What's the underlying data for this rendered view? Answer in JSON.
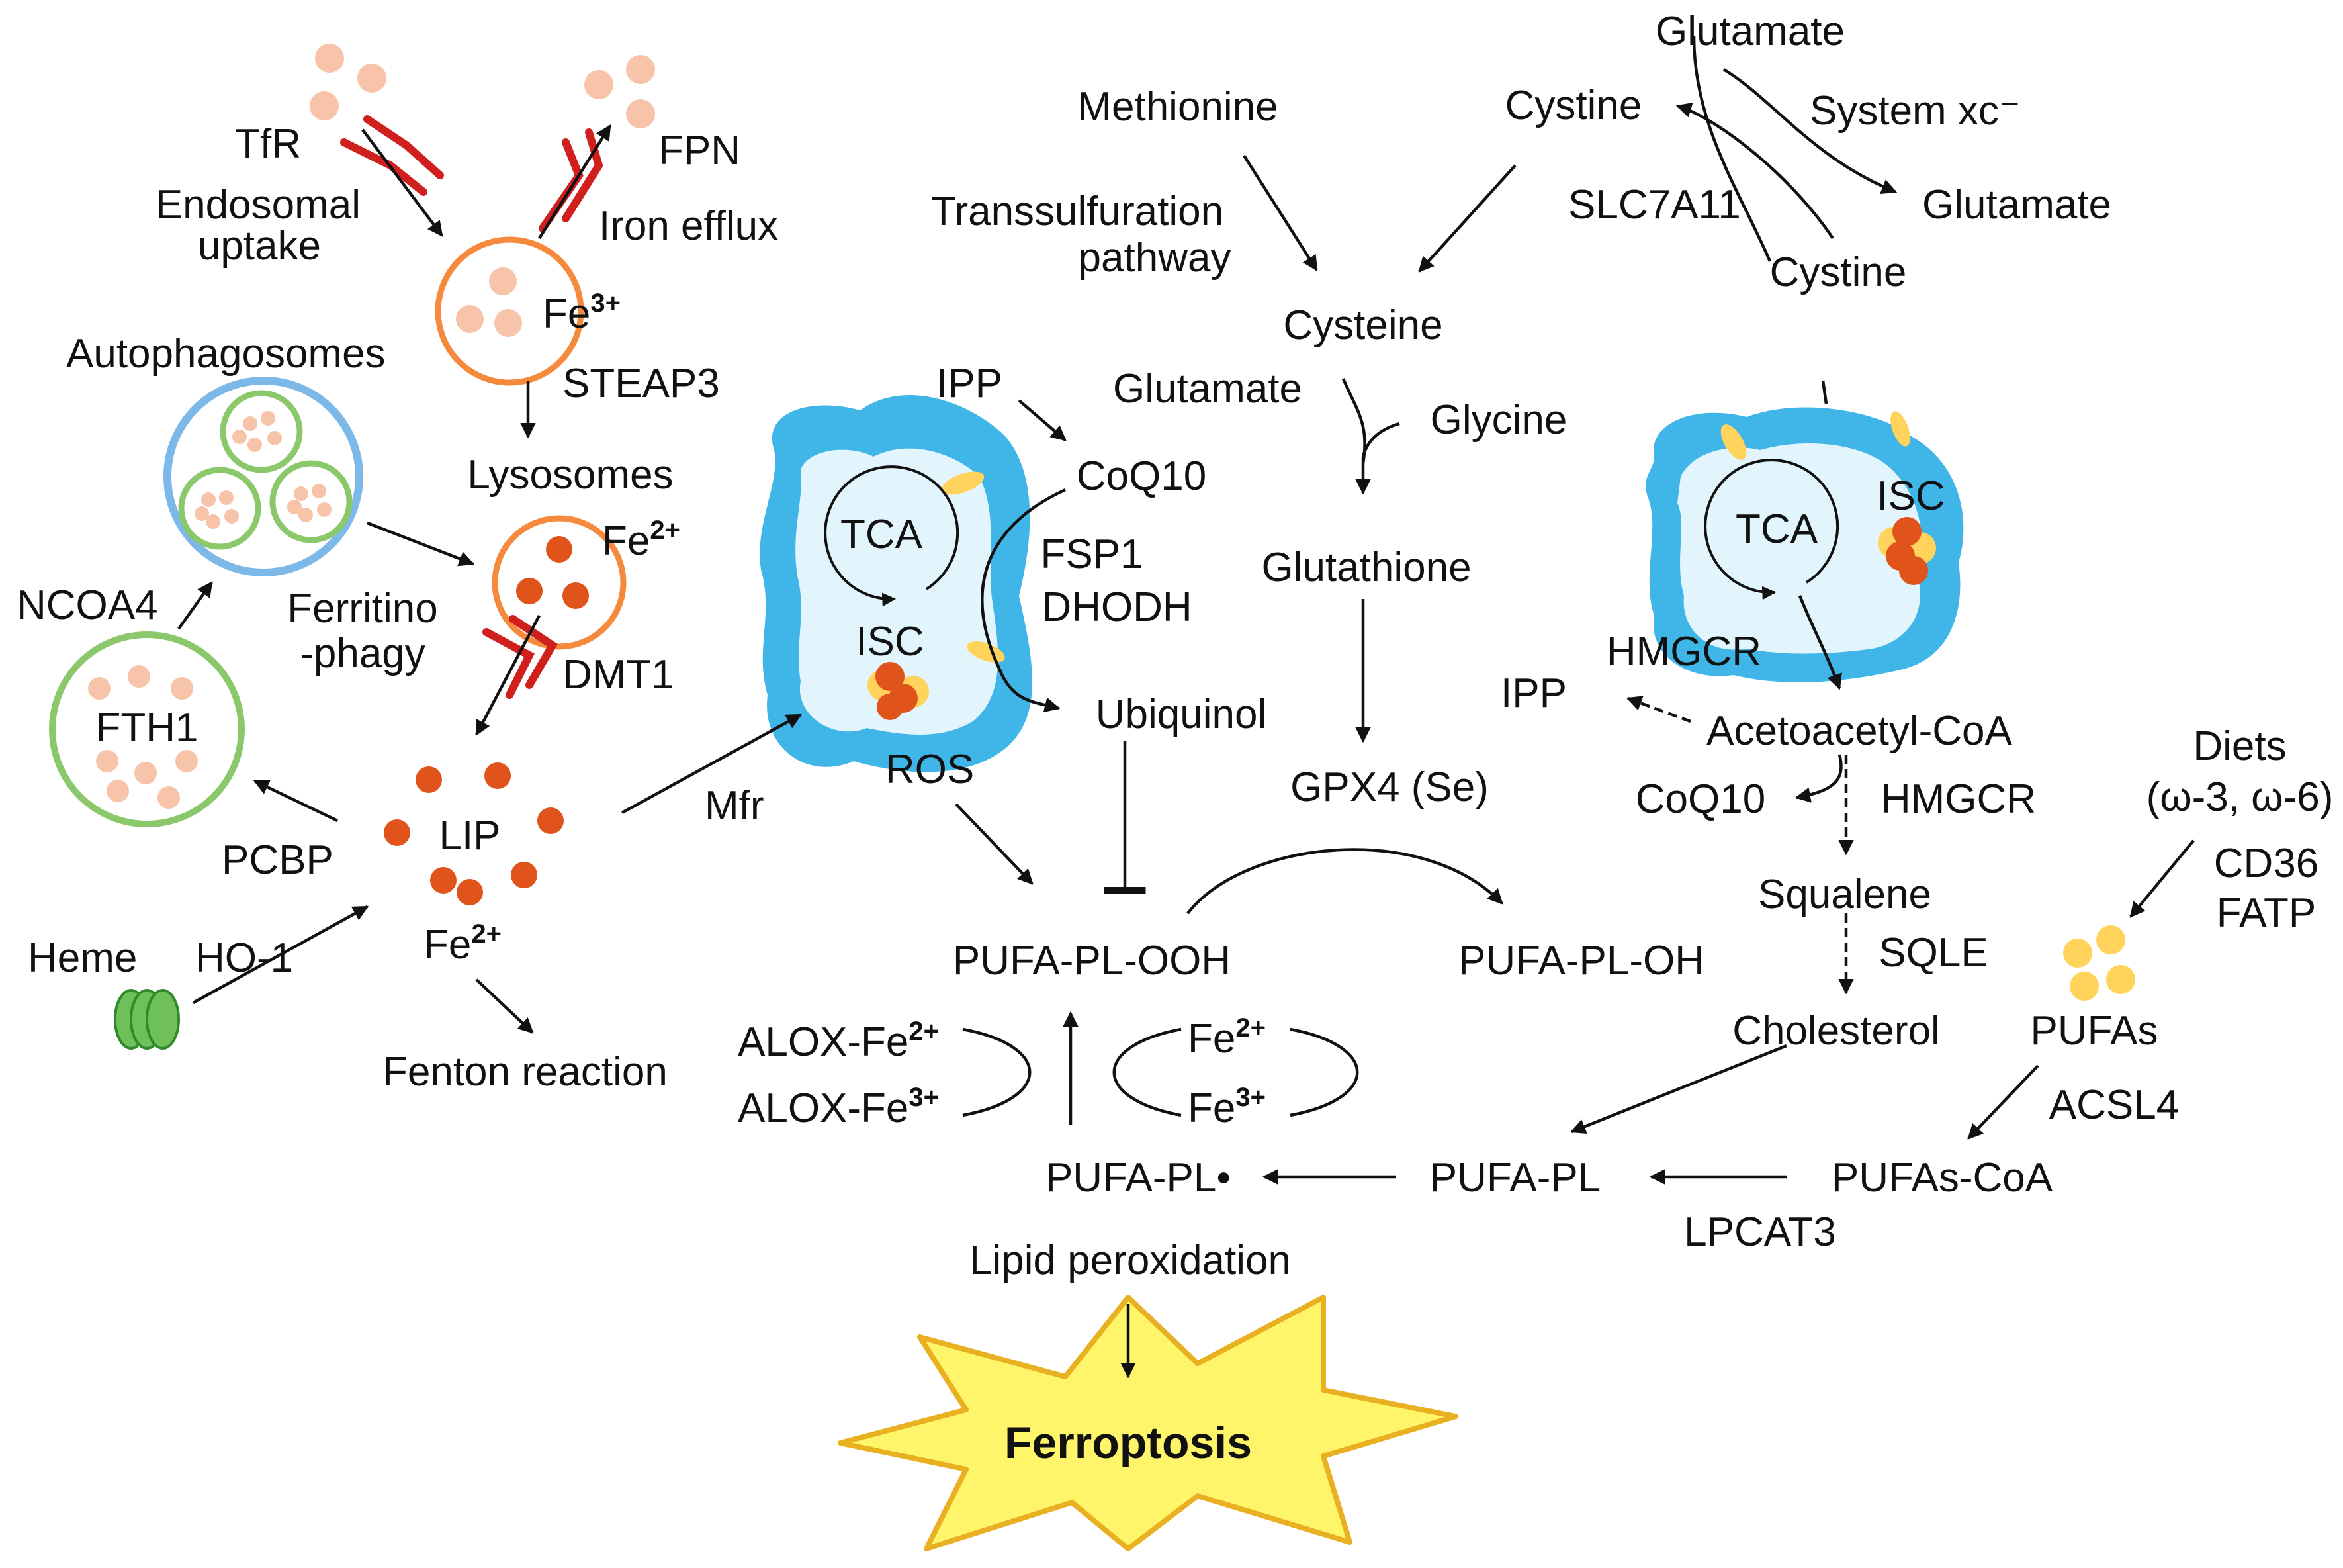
{
  "colors": {
    "ink": "#111111",
    "transporter": "#d0201e",
    "endosome_ring": "#f58a3c",
    "iron_fe3": "#f7c3a9",
    "iron_fe2": "#e0531a",
    "autophagosome_ring": "#7db9e8",
    "ferritin_ring": "#8bc86b",
    "mito_outer": "#3fb5e8",
    "mito_inner": "#e3f5fc",
    "isc_yellow": "#ffd35c",
    "heme_green": "#6fc05a",
    "pufa_yellow": "#ffd35c",
    "star_fill": "#fff56a",
    "star_stroke": "#e9b021"
  },
  "icons": {
    "transporter": "receptor-icon",
    "endosome": "endosome-icon",
    "autophagosome": "autophagosome-icon",
    "ferritin": "ferritin-icon",
    "mitochondrion": "mitochondrion-icon",
    "heme": "heme-icon",
    "pufa": "pufa-droplets-icon",
    "burst": "starburst-icon"
  },
  "iron": {
    "tfr": "TfR",
    "endosomal_1": "Endosomal",
    "endosomal_2": "uptake",
    "fpn": "FPN",
    "iron_efflux": "Iron efflux",
    "fe3_base": "Fe",
    "fe3_sup": "3+",
    "steap3": "STEAP3",
    "lysosomes": "Lysosomes",
    "autophagosomes": "Autophagosomes",
    "fe2_lys_base": "Fe",
    "fe2_lys_sup": "2+",
    "ferritino_1": "Ferritino",
    "ferritino_2": "-phagy",
    "dmt1": "DMT1",
    "ncoa4": "NCOA4",
    "fth1": "FTH1",
    "lip": "LIP",
    "pcbp": "PCBP",
    "fe2_lip_base": "Fe",
    "fe2_lip_sup": "2+",
    "heme": "Heme",
    "ho1": "HO-1",
    "fenton": "Fenton reaction",
    "mfr": "Mfr"
  },
  "gsh": {
    "methionine": "Methionine",
    "transsulfuration_1": "Transsulfuration",
    "transsulfuration_2": "pathway",
    "cystine_top": "Cystine",
    "glutamate_top": "Glutamate",
    "system_xc": "System xc⁻",
    "slc7a11": "SLC7A11",
    "glutamate_right": "Glutamate",
    "cystine_bottom": "Cystine",
    "cysteine": "Cysteine",
    "glutamate_mid": "Glutamate",
    "glycine": "Glycine",
    "glutathione": "Glutathione",
    "gpx4": "GPX4 (Se)"
  },
  "coq": {
    "ipp": "IPP",
    "coq10": "CoQ10",
    "fsp1": "FSP1",
    "dhodh": "DHODH",
    "ubiquinol": "Ubiquinol",
    "tca_left": "TCA",
    "isc_left": "ISC",
    "ros": "ROS"
  },
  "mevalonate": {
    "tca_right": "TCA",
    "isc_right": "ISC",
    "hmgcr_top": "HMGCR",
    "ipp_right": "IPP",
    "acetoacetyl": "Acetoacetyl-CoA",
    "coq10_right": "CoQ10",
    "hmgcr_bottom": "HMGCR",
    "squalene": "Squalene",
    "sqle": "SQLE",
    "cholesterol": "Cholesterol"
  },
  "lipid": {
    "diets_1": "Diets",
    "diets_2": "(ω-3, ω-6)",
    "cd36": "CD36",
    "fatp": "FATP",
    "pufas": "PUFAs",
    "acsl4": "ACSL4",
    "pufas_coa": "PUFAs-CoA",
    "lpcat3": "LPCAT3",
    "pufa_pl": "PUFA-PL",
    "pufa_pl_radical": "PUFA-PL•",
    "pufa_pl_ooh": "PUFA-PL-OOH",
    "pufa_pl_oh": "PUFA-PL-OH",
    "alox_fe2_base": "ALOX-Fe",
    "alox_fe2_sup": "2+",
    "alox_fe3_base": "ALOX-Fe",
    "alox_fe3_sup": "3+",
    "fe2_base": "Fe",
    "fe2_sup": "2+",
    "fe3_base": "Fe",
    "fe3_sup": "3+",
    "lipid_peroxidation": "Lipid peroxidation",
    "ferroptosis": "Ferroptosis"
  }
}
